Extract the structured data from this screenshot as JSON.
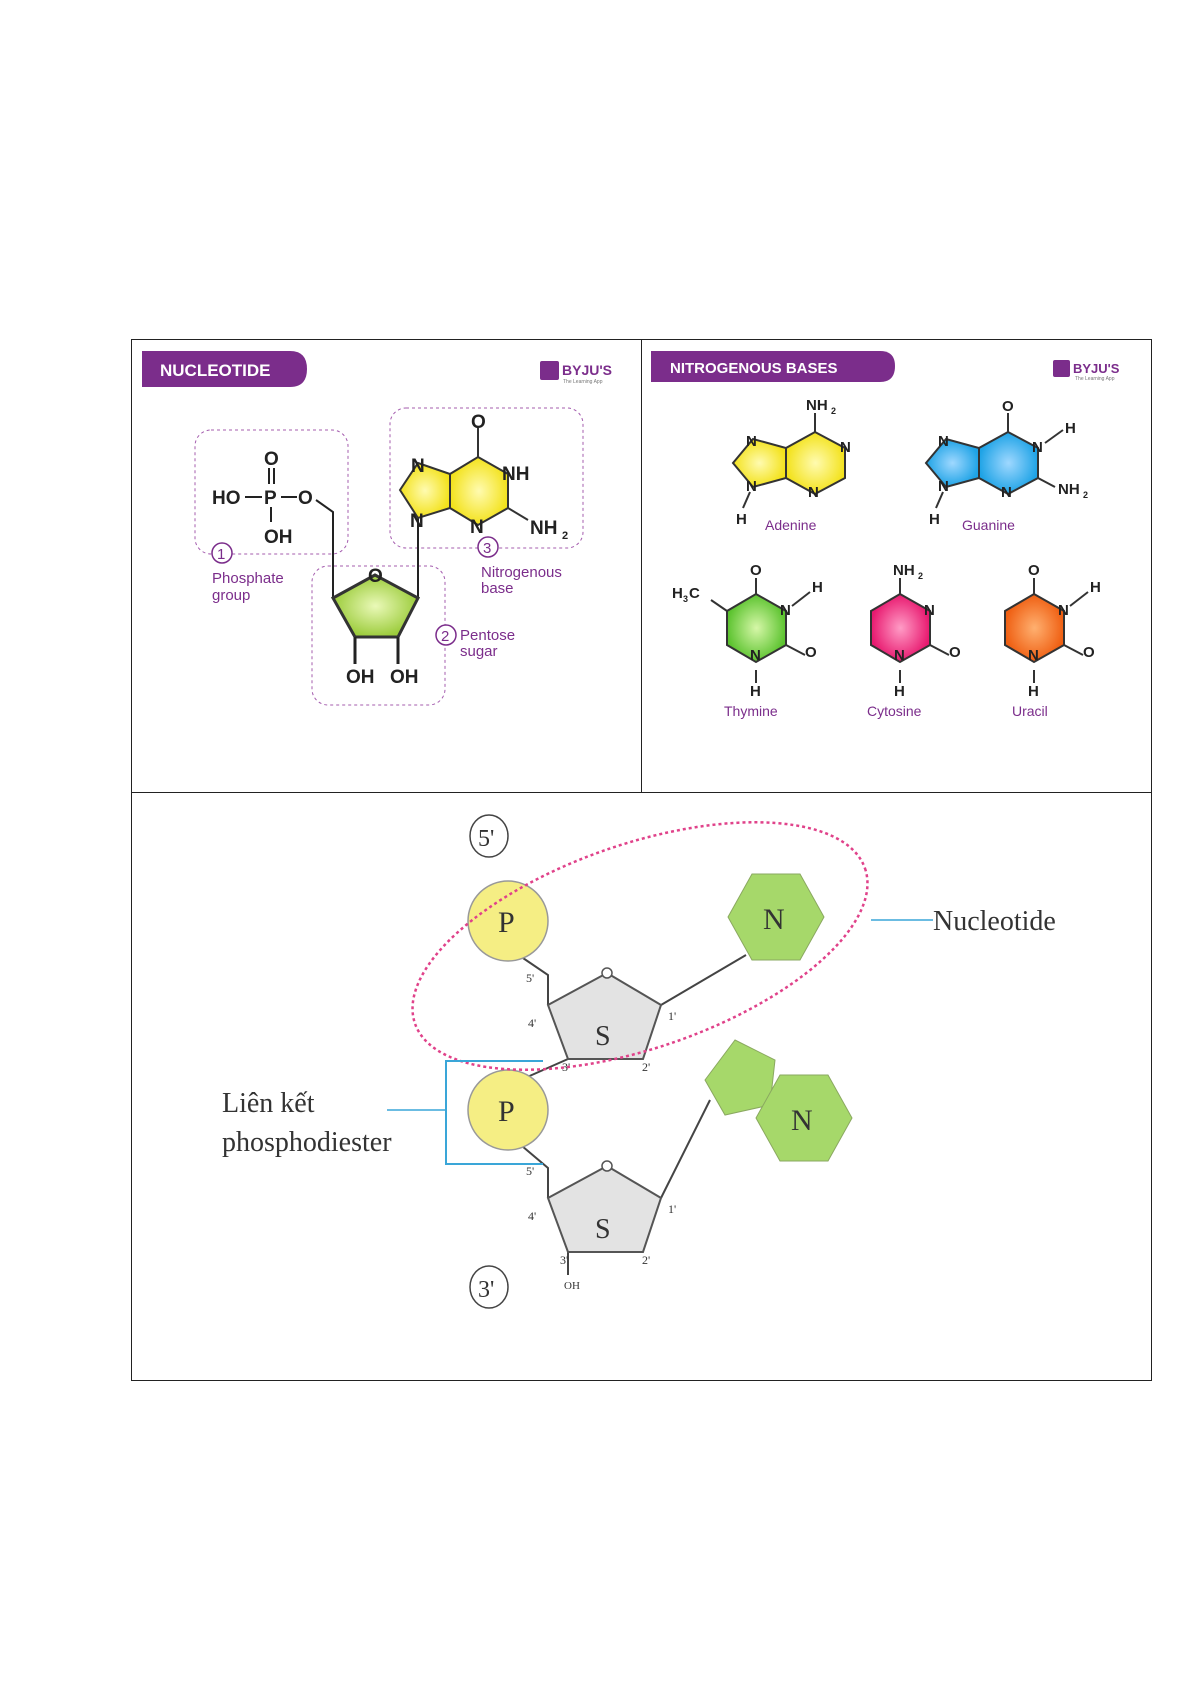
{
  "nucleotide_panel": {
    "banner": "NUCLEOTIDE",
    "logo": {
      "brand": "BYJU'S",
      "tagline": "The Learning App"
    },
    "phosphate": {
      "o_top": "O",
      "ho": "HO",
      "p": "P",
      "o_right": "O",
      "oh": "OH"
    },
    "sugar": {
      "o": "O",
      "oh1": "OH",
      "oh2": "OH"
    },
    "base": {
      "o": "O",
      "n1": "N",
      "nh": "NH",
      "n2": "N",
      "n3": "N",
      "nh2": "NH",
      "sub2": "2"
    },
    "labels": [
      {
        "num": "1",
        "line1": "Phosphate",
        "line2": "group"
      },
      {
        "num": "2",
        "line1": "Pentose",
        "line2": "sugar"
      },
      {
        "num": "3",
        "line1": "Nitrogenous",
        "line2": "base"
      }
    ],
    "colors": {
      "banner": "#7b2d8b",
      "sugar": "#a5d24a",
      "base": "#f3ea2c"
    }
  },
  "bases_panel": {
    "banner": "NITROGENOUS BASES",
    "logo": {
      "brand": "BYJU'S",
      "tagline": "The Learning App"
    },
    "bases": [
      {
        "name": "Adenine",
        "color": "#f5d91e"
      },
      {
        "name": "Guanine",
        "color": "#29a8e8"
      },
      {
        "name": "Thymine",
        "color": "#6cc93a"
      },
      {
        "name": "Cytosine",
        "color": "#ee2a7b"
      },
      {
        "name": "Uracil",
        "color": "#f36c1f"
      }
    ],
    "atoms": {
      "n": "N",
      "h": "H",
      "o": "O",
      "nh": "NH",
      "sub2": "2",
      "h3c_h": "H",
      "h3c_3": "3",
      "h3c_c": "C"
    }
  },
  "strand_panel": {
    "end5": "5'",
    "end3": "3'",
    "p": "P",
    "s": "S",
    "n": "N",
    "oh": "OH",
    "carbons": [
      "1'",
      "2'",
      "3'",
      "4'",
      "5'"
    ],
    "nucleotide_label": "Nucleotide",
    "bond_label_line1": "Liên kết",
    "bond_label_line2": "phosphodiester",
    "colors": {
      "phosphate": "#f5ee84",
      "sugar": "#e3e3e3",
      "base": "#a6d86a",
      "ellipse": "#e0428a",
      "bracket": "#3aa6d8"
    }
  }
}
